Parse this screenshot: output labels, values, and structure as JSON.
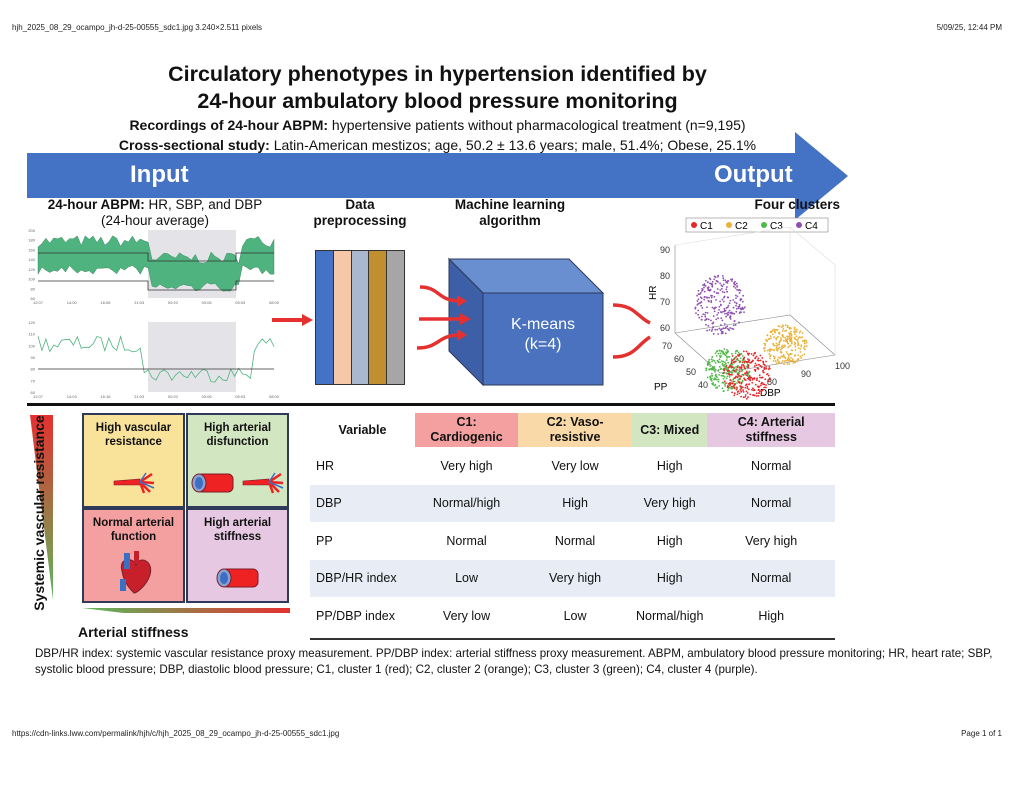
{
  "header": {
    "filename": "hjh_2025_08_29_ocampo_jh-d-25-00555_sdc1.jpg 3.240×2.511 pixels",
    "datetime": "5/09/25, 12:44 PM"
  },
  "title": [
    "Circulatory phenotypes in hypertension identified by",
    "24-hour ambulatory blood pressure monitoring"
  ],
  "subtitle1": {
    "bold": "Recordings of 24-hour ABPM:",
    "text": " hypertensive patients without pharmacological treatment (n=9,195)"
  },
  "subtitle2": {
    "bold": "Cross-sectional study:",
    "text": " Latin-American mestizos; age, 50.2 ± 13.6 years; male, 51.4%; Obese, 25.1%"
  },
  "arrow": {
    "input": "Input",
    "output": "Output",
    "color": "#4472c4"
  },
  "sections": {
    "abpm_bold": "24-hour ABPM:",
    "abpm_text": " HR, SBP, and DBP",
    "abpm_line2": "(24-hour average)",
    "preprocessing": "Data preprocessing",
    "ml": "Machine learning algorithm",
    "clusters": "Four clusters"
  },
  "abpm_charts": {
    "bp": {
      "yticks": [
        "200",
        "180",
        "160",
        "140",
        "120",
        "100",
        "80",
        "60"
      ],
      "xticks": [
        "12:07",
        "14:00",
        "16:06",
        "21:03",
        "00:20",
        "03:06",
        "05:03",
        "08:00"
      ]
    },
    "hr": {
      "yticks": [
        "120",
        "110",
        "100",
        "90",
        "80",
        "70",
        "60"
      ],
      "xticks": [
        "12:07",
        "14:03",
        "16:16",
        "21:03",
        "00:20",
        "03:06",
        "05:03",
        "08:00"
      ]
    }
  },
  "kmeans": {
    "line1": "K-means",
    "line2": "(k=4)"
  },
  "scatter": {
    "legend": [
      {
        "label": "C1",
        "color": "#e8262a"
      },
      {
        "label": "C2",
        "color": "#e9b23a"
      },
      {
        "label": "C3",
        "color": "#4fb948"
      },
      {
        "label": "C4",
        "color": "#8e4fb0"
      }
    ],
    "hr_label": "HR",
    "hr_ticks": [
      "90",
      "80",
      "70",
      "60"
    ],
    "pp_label": "PP",
    "pp_ticks": [
      "70",
      "60",
      "50",
      "40"
    ],
    "dbp_label": "DBP",
    "dbp_ticks": [
      "80",
      "90",
      "100"
    ]
  },
  "quadrant": {
    "y_axis": "Systemic vascular resistance",
    "x_axis": "Arterial stiffness",
    "cells": [
      {
        "label": "High vascular resistance",
        "color": "#f9e29a"
      },
      {
        "label": "High arterial disfunction",
        "color": "#d3e6c2"
      },
      {
        "label": "Normal arterial function",
        "color": "#f4a0a0"
      },
      {
        "label": "High arterial stiffness",
        "color": "#e6c8e2"
      }
    ]
  },
  "table": {
    "headers": [
      {
        "label": "Variable",
        "color": "#ffffff"
      },
      {
        "label": "C1: Cardiogenic",
        "color": "#f4a0a0"
      },
      {
        "label": "C2: Vaso-resistive",
        "color": "#f9d9a8"
      },
      {
        "label": "C3: Mixed",
        "color": "#d3e6c2"
      },
      {
        "label": "C4: Arterial stiffness",
        "color": "#e6c8e2"
      }
    ],
    "rows": [
      [
        "HR",
        "Very high",
        "Very low",
        "High",
        "Normal"
      ],
      [
        "DBP",
        "Normal/high",
        "High",
        "Very high",
        "Normal"
      ],
      [
        "PP",
        "Normal",
        "Normal",
        "High",
        "Very high"
      ],
      [
        "DBP/HR index",
        "Low",
        "Very high",
        "High",
        "Normal"
      ],
      [
        "PP/DBP index",
        "Very low",
        "Low",
        "Normal/high",
        "High"
      ]
    ]
  },
  "caption": "DBP/HR index: systemic vascular resistance proxy measurement. PP/DBP index: arterial stiffness proxy measurement. ABPM, ambulatory blood pressure monitoring; HR, heart rate; SBP, systolic blood pressure; DBP, diastolic blood pressure; C1, cluster 1 (red); C2, cluster 2 (orange); C3, cluster 3 (green); C4, cluster 4 (purple).",
  "footer": {
    "url": "https://cdn-links.lww.com/permalink/hjh/c/hjh_2025_08_29_ocampo_jh-d-25-00555_sdc1.jpg",
    "page": "Page 1 of 1"
  }
}
